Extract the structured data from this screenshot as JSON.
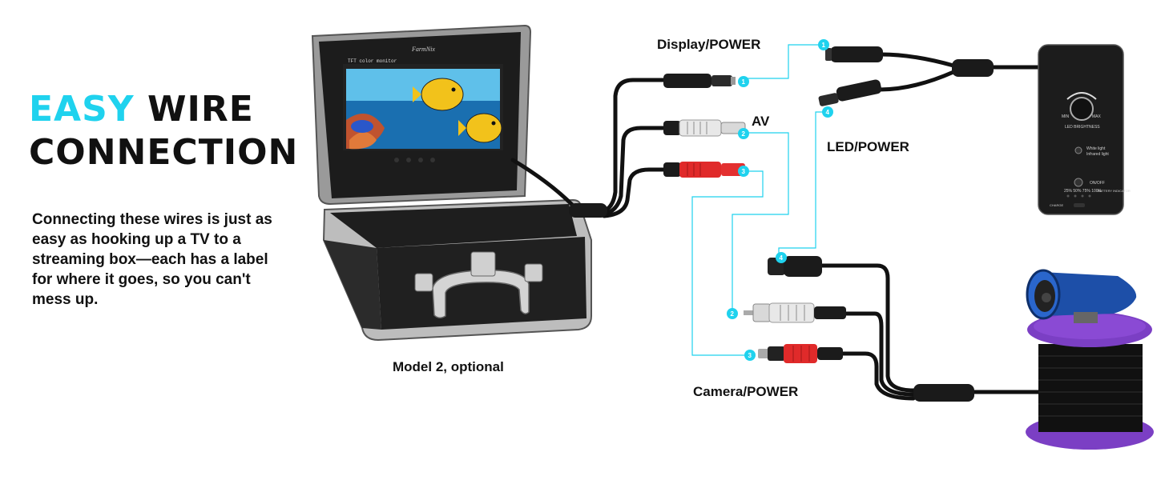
{
  "heading": {
    "accent_word": "EASY",
    "rest_line1": "WIRE",
    "line2": "CONNECTION"
  },
  "description": "Connecting these wires is just as easy as hooking up a TV to a streaming box—each has a label for where it goes, so you can't mess up.",
  "labels": {
    "display_power": "Display/POWER",
    "av": "AV",
    "led_power": "LED/POWER",
    "camera_power": "Camera/POWER",
    "model_caption": "Model 2, optional"
  },
  "monitor": {
    "brand": "FarmNix",
    "screen_label": "TFT color monitor"
  },
  "control_box": {
    "knob_min": "MIN",
    "knob_max": "MAX",
    "knob_label": "LED BRIGHTNESS",
    "light_white": "White light",
    "light_infrared": "Infrared light",
    "onoff": "ON/OFF",
    "levels": "25% 50% 75% 100%",
    "battery": "BATTERY INDICATOR",
    "charge": "CHARGE"
  },
  "badges": [
    "1",
    "2",
    "3",
    "4"
  ],
  "colors": {
    "accent": "#1fd2ee",
    "badge": "#1fd2ee",
    "red_plug": "#e02a2a",
    "white_plug": "#e8e8e8",
    "camera_blue": "#1d4fa8",
    "spool_purple": "#7b3fc4"
  }
}
